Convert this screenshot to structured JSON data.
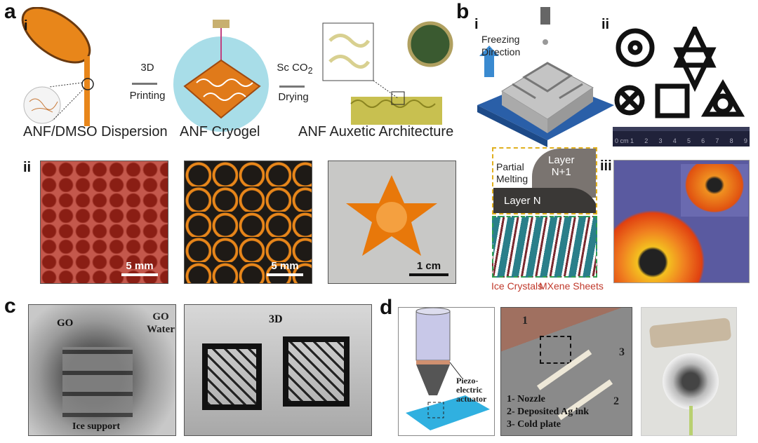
{
  "panels": {
    "a": "a",
    "b": "b",
    "c": "c",
    "d": "d"
  },
  "a": {
    "sub_i": "i",
    "sub_ii": "ii",
    "step1_top": "3D",
    "step1_bottom": "Printing",
    "step2_top": "Sc CO",
    "step2_sub": "2",
    "step2_bottom": "Drying",
    "caption1": "ANF/DMSO Dispersion",
    "caption2": "ANF Cryogel",
    "caption3": "ANF Auxetic Architecture",
    "scale1": "5 mm",
    "scale2": "5 mm",
    "scale3": "1 cm"
  },
  "b": {
    "sub_i": "i",
    "sub_ii": "ii",
    "sub_iii": "iii",
    "freezing": "Freezing",
    "direction": "Direction",
    "layer_top1": "Layer",
    "layer_top2": "N+1",
    "partial": "Partial",
    "melting": "Melting",
    "layer_n": "Layer N",
    "ice": "Ice Crystals",
    "mxene": "MXene Sheets",
    "ruler": [
      "0 cm 1",
      "2",
      "3",
      "4",
      "5",
      "6",
      "7",
      "8",
      "9"
    ]
  },
  "c": {
    "go1": "GO",
    "go2": "GO",
    "water": "Water",
    "ice_support": "Ice support",
    "label_3d": "3D"
  },
  "d": {
    "piezo1": "Piezo-",
    "piezo2": "electric",
    "piezo3": "actuator",
    "n1": "1",
    "n2": "2",
    "n3": "3",
    "legend": [
      "1- Nozzle",
      "2- Deposited Ag ink",
      "3- Cold plate"
    ]
  },
  "colors": {
    "orange": "#e8861a",
    "cyan": "#a8dde8",
    "red_label": "#c0392b"
  }
}
